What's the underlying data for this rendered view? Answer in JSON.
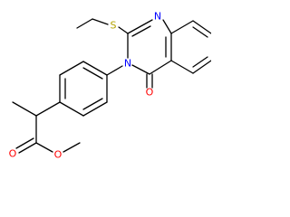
{
  "molecule": {
    "atoms": {
      "n1": {
        "symbol": "N",
        "color": "#0000ff"
      },
      "n3": {
        "symbol": "N",
        "color": "#0000ff"
      },
      "s": {
        "symbol": "S",
        "color": "#b3a300"
      },
      "o_ketone": {
        "symbol": "O",
        "color": "#ff0000"
      },
      "o_ester_carbonyl": {
        "symbol": "O",
        "color": "#ff0000"
      },
      "o_ester": {
        "symbol": "O",
        "color": "#ff0000"
      }
    },
    "bond_color": "#000000",
    "background": "#ffffff"
  }
}
